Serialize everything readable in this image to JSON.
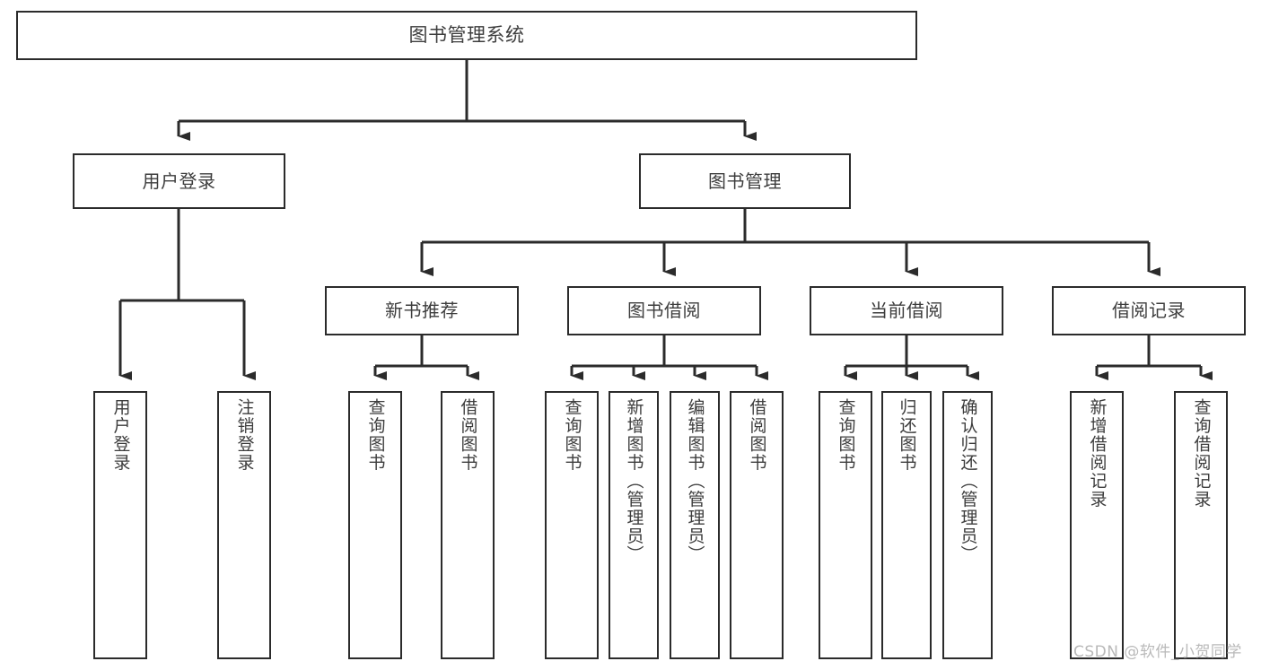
{
  "diagram": {
    "title": "图书管理系统",
    "type": "tree-hierarchy-chart",
    "orientation": "top-down",
    "colors": {
      "background": "#ffffff",
      "box_border": "#2b2b2b",
      "box_fill": "#ffffff",
      "text": "#3d3d3d",
      "connector": "#2b2b2b",
      "watermark": "#b9b9b9"
    },
    "root": {
      "label": "图书管理系统"
    },
    "level2": [
      {
        "label": "用户登录"
      },
      {
        "label": "图书管理"
      }
    ],
    "level3": [
      {
        "label": "新书推荐"
      },
      {
        "label": "图书借阅"
      },
      {
        "label": "当前借阅"
      },
      {
        "label": "借阅记录"
      }
    ],
    "leaves": {
      "user_login": [
        {
          "label": "用户登录"
        },
        {
          "label": "注销登录"
        }
      ],
      "new_book_recommend": [
        {
          "label": "查询图书"
        },
        {
          "label": "借阅图书"
        }
      ],
      "book_borrow": [
        {
          "label": "查询图书"
        },
        {
          "label": "新增图书（管理员）"
        },
        {
          "label": "编辑图书（管理员）"
        },
        {
          "label": "借阅图书"
        }
      ],
      "current_borrow": [
        {
          "label": "查询图书"
        },
        {
          "label": "归还图书"
        },
        {
          "label": "确认归还（管理员）"
        }
      ],
      "borrow_record": [
        {
          "label": "新增借阅记录"
        },
        {
          "label": "查询借阅记录"
        }
      ]
    }
  },
  "watermark": {
    "text": "CSDN @软件_小贺同学"
  }
}
